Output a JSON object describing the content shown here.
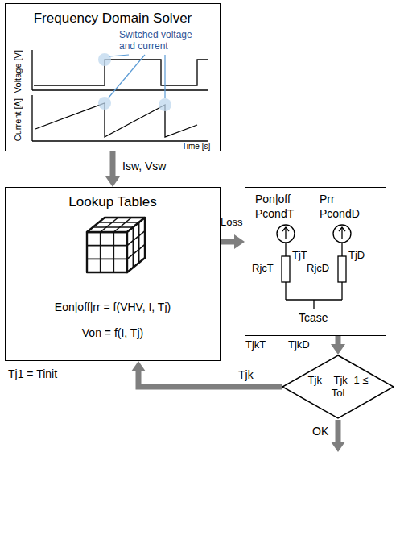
{
  "diagram": {
    "nodes": [
      {
        "text": [
          "Frequency Domain Solver"
        ]
      },
      {
        "text": [
          "Lookup Tables",
          "Eon|off|rr = f(VHV, I, Tj)",
          "Von = f(I, Tj)"
        ]
      },
      {
        "text": [
          "Pon|off",
          "PcondT",
          "Prr",
          "PcondD",
          "TjT",
          "RjcT",
          "TjD",
          "RjcD",
          "Tcase"
        ]
      },
      {
        "text": [
          "Tjk − Tjk−1 ≤ Tol"
        ]
      }
    ],
    "edges": [
      {
        "from": 0,
        "to": 1,
        "arrow": "to",
        "label": "Isw, Vsw"
      },
      {
        "from": 1,
        "to": 2,
        "arrow": "to",
        "label": "Loss"
      },
      {
        "from": 2,
        "to": 3,
        "arrow": "to",
        "label": "TjkT"
      },
      {
        "from": 3,
        "to": 1,
        "arrow": "to",
        "label": "Tjk"
      }
    ],
    "labels": [
      "Switched voltage and current",
      "Voltage [V]",
      "Current [A]",
      "Time [s]",
      "TjkD",
      "Tj1 = Tinit",
      "OK"
    ]
  }
}
